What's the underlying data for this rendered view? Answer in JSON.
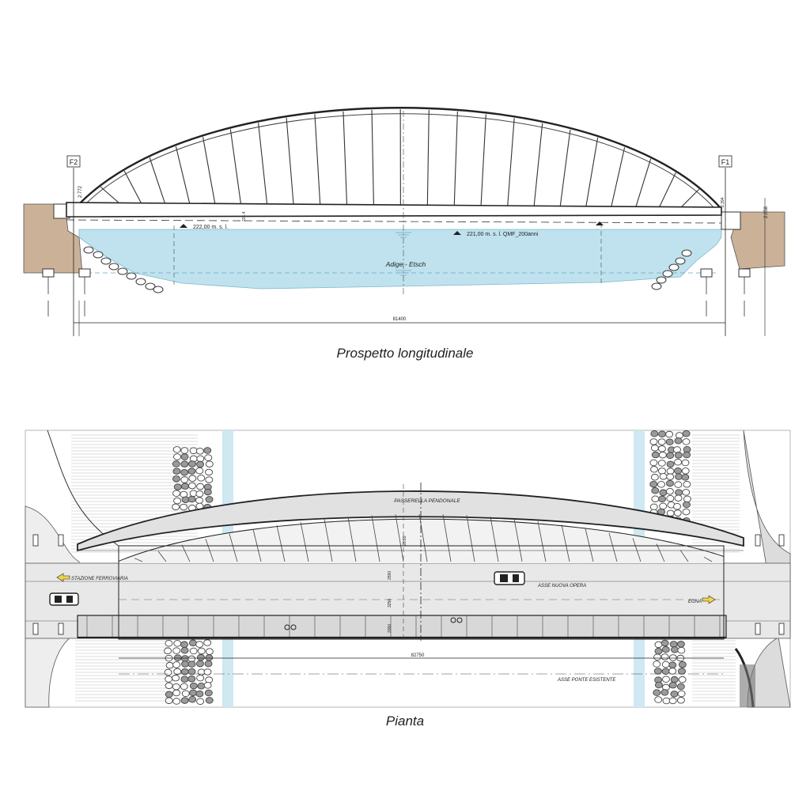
{
  "elevation": {
    "caption": "Prospetto longitudinale",
    "axis_left": "F2",
    "axis_right": "F1",
    "river_name": "Adige  -  Etsch",
    "level_left": "222,00  m. s. l.",
    "level_right": "221,00  m. s. l. QMF_200anni",
    "span": "81400",
    "elev_left": "2.772",
    "elev_right": "2.058",
    "elev_mid_left": "221.4",
    "elev_mid_right": "2.394"
  },
  "plan": {
    "caption": "Pianta",
    "walkway_label": "PASSERELLA PENDONALE",
    "station_label": "STAZIONE FERROVIARIA",
    "new_axis_label": "ASSE NUOVA OPERA",
    "egna_label": "EGNA",
    "existing_axis_label": "ASSE PONTE ESISTENTE",
    "span": "82750",
    "dim_a": "2550",
    "dim_b": "3250",
    "dim_c": "2050",
    "dim_mid": "20.85"
  },
  "colors": {
    "water": "#bfe2ee",
    "ground": "#cbb197",
    "line": "#222222",
    "deck_gray": "#e6e6e6",
    "stone": "#8a8a8a"
  }
}
